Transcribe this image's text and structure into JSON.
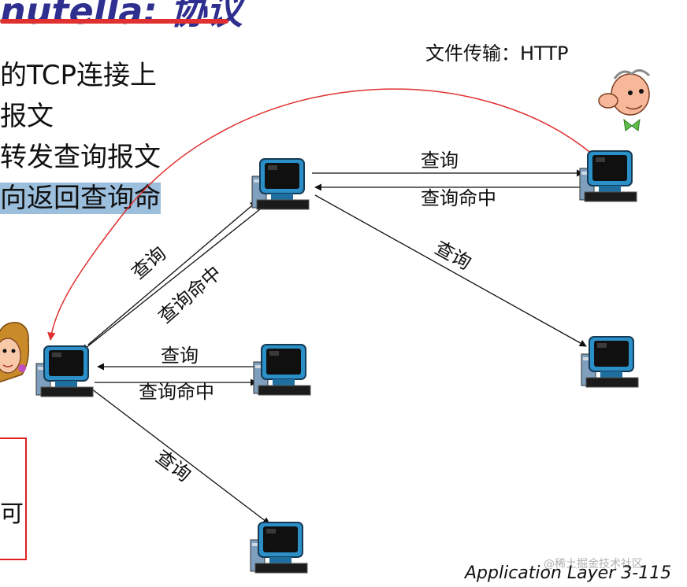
{
  "slide": {
    "title": "nutella: 协议",
    "bullets": [
      "的TCP连接上",
      "报文",
      "转发查询报文",
      "向返回查询命"
    ],
    "box_text": "可",
    "footer": "Application Layer 3-115",
    "watermark": "@稀土掘金技术社区"
  },
  "diagram": {
    "labels": {
      "file_transfer": "文件传输：HTTP",
      "query_top": "查询",
      "hit_top": "查询命中",
      "query_right_diag": "查询",
      "query_left_diag": "查询",
      "hit_left_diag": "查询命中",
      "query_mid": "查询",
      "hit_mid": "查询命中",
      "query_bottom_diag": "查询"
    },
    "colors": {
      "http_arc": "#e03030",
      "links": "#111111"
    }
  }
}
